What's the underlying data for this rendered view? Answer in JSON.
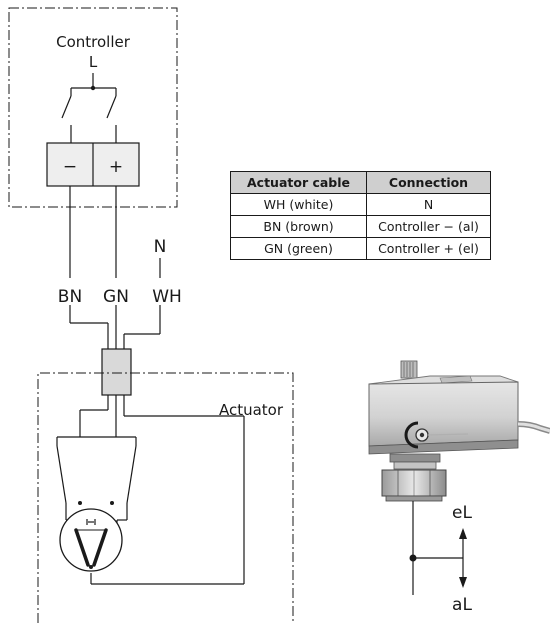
{
  "controller": {
    "title": "Controller",
    "phase_label": "L",
    "minus_terminal": "−",
    "plus_terminal": "+"
  },
  "wires": {
    "bn": "BN",
    "gn": "GN",
    "wh": "WH",
    "neutral": "N"
  },
  "actuator": {
    "title": "Actuator"
  },
  "table": {
    "headers": [
      "Actuator cable",
      "Connection"
    ],
    "rows": [
      [
        "WH (white)",
        "N"
      ],
      [
        "BN (brown)",
        "Controller − (al)"
      ],
      [
        "GN (green)",
        "Controller + (el)"
      ]
    ]
  },
  "stroke": {
    "extend_label": "eL",
    "retract_label": "aL"
  }
}
